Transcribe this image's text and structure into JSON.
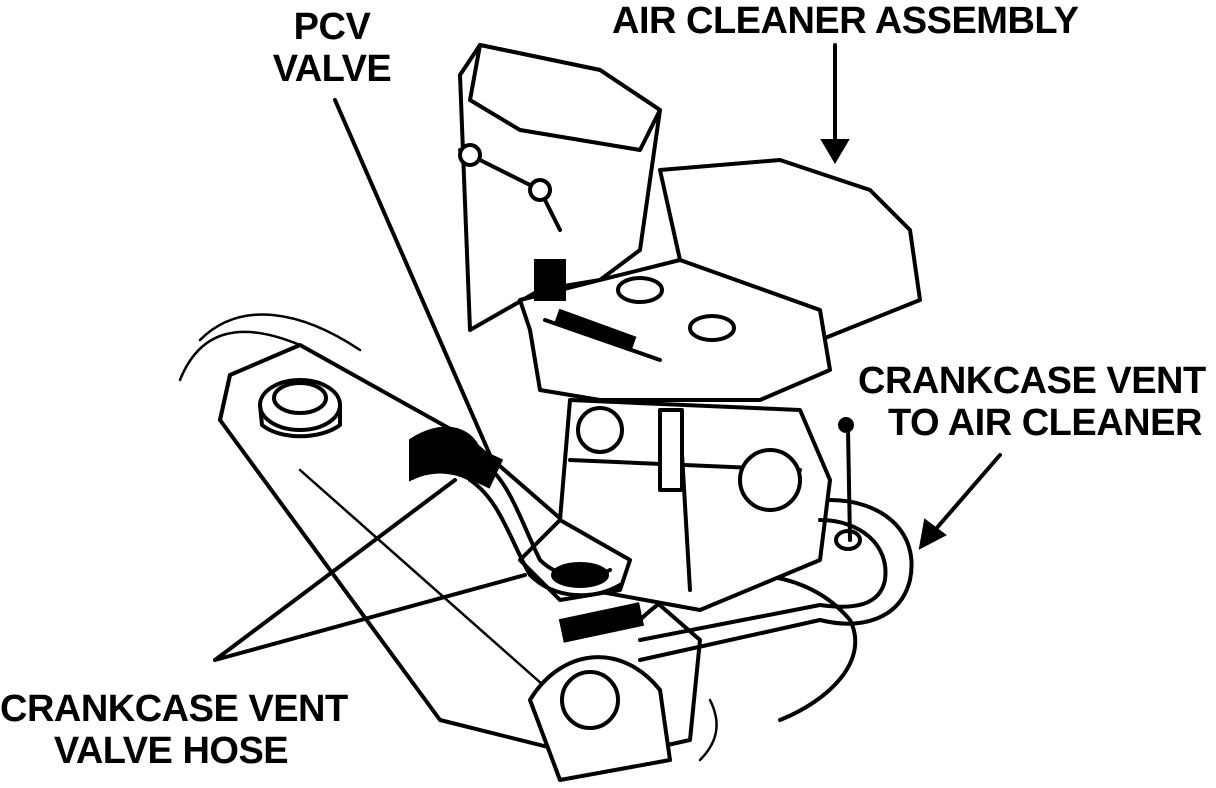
{
  "labels": {
    "air_cleaner_assembly": "AIR CLEANER ASSEMBLY",
    "pcv_valve_line1": "PCV",
    "pcv_valve_line2": "VALVE",
    "crankcase_vent_to_air_cleaner_line1": "CRANKCASE VENT",
    "crankcase_vent_to_air_cleaner_line2": "TO AIR CLEANER",
    "crankcase_vent_valve_hose_line1": "CRANKCASE VENT",
    "crankcase_vent_valve_hose_line2": "VALVE HOSE"
  },
  "colors": {
    "ink": "#000000",
    "paper": "#ffffff"
  }
}
